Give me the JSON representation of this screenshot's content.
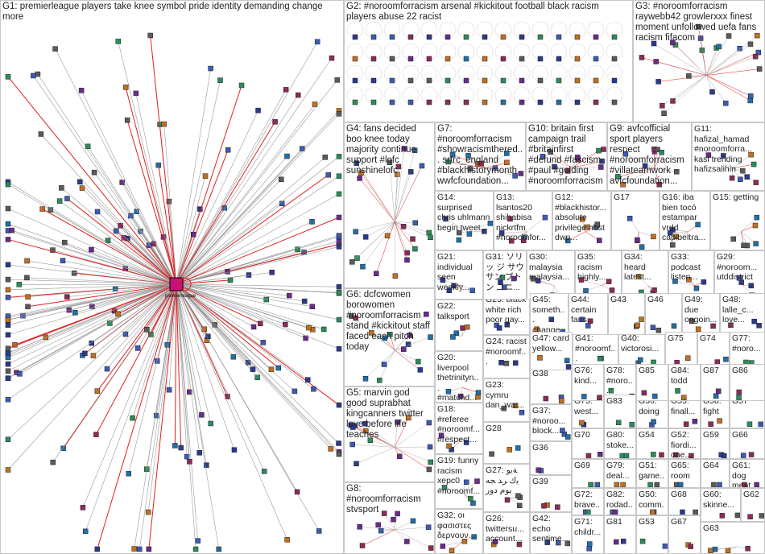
{
  "groups": [
    {
      "id": "G1",
      "label": "G1: premierleague players take knee symbol pride identity demanding change more"
    },
    {
      "id": "G2",
      "label": "G2: #noroomforracism arsenal #kickitout football black racism players abuse 22 racist"
    },
    {
      "id": "G3",
      "label": "G3: #noroomforracism raywebb42 growlerxxx finest moment unfollowed uefa fans racism fifacom"
    },
    {
      "id": "G4",
      "label": "G4: fans decided boo knee today majority continue support #lofc sunshinelofc"
    },
    {
      "id": "G5",
      "label": "G5: marvin god good suprabhat kingcanners twitter love before life teaches"
    },
    {
      "id": "G6",
      "label": "G6: dcfcwomen borowomen #noroomforracism stand #kickitout staff faced each pitch today"
    },
    {
      "id": "G7",
      "label": "G7: #noroomforracism #showracismthered... srtrc_england #blackhistorymonth wwfcfoundation..."
    },
    {
      "id": "G8",
      "label": "G8: #noroomforracism stvsport"
    },
    {
      "id": "G9",
      "label": "G9: avfcofficial sport players respect #noroomforracism #villateamwork avfcfoundation..."
    },
    {
      "id": "G10",
      "label": "G10: britain first campaign trail #britainfirst #defund #fascism #paul #golding #noroomforracism"
    },
    {
      "id": "G11",
      "label": "G11: hafizal_hamad #noroomforra... kasi trending hafizsalihin"
    },
    {
      "id": "G12",
      "label": "G12: #blackhistor... absolute privilege host dwp..."
    },
    {
      "id": "G13",
      "label": "G13: lsantos20 shihabisa nickrtfm #noroomfor..."
    },
    {
      "id": "G14",
      "label": "G14: surprised chris uhlmann begin tweet..."
    },
    {
      "id": "G15",
      "label": "G15: getting"
    },
    {
      "id": "G16",
      "label": "G16: iba bien tocó estampar vrdd capibeltra..."
    },
    {
      "id": "G17",
      "label": "G17"
    },
    {
      "id": "G18",
      "label": "G18: #referee #noroomf... #respect..."
    },
    {
      "id": "G19",
      "label": "G19: funny racism xepc0 #noroomf..."
    },
    {
      "id": "G20",
      "label": "G20: liverpool thetrinityn... #matchd..."
    },
    {
      "id": "G21",
      "label": "G21: individual seen weekly..."
    },
    {
      "id": "G22",
      "label": "G22: talksport"
    },
    {
      "id": "G23",
      "label": "G23: cymru dan_war..."
    },
    {
      "id": "G24",
      "label": "G24: racist #noroomf..."
    },
    {
      "id": "G25",
      "label": "G25: black white rich poor gay..."
    },
    {
      "id": "G26",
      "label": "G26: twittersu... account..."
    },
    {
      "id": "G27",
      "label": "G27: ﺔﻳﻭ ﻳﻙ ﺮﺪ ﺠﻪ ﻳﻮﻡ ﺩﻭﺭ"
    },
    {
      "id": "G28",
      "label": "G28"
    },
    {
      "id": "G29",
      "label": "G29: #noroom... utddistrict"
    },
    {
      "id": "G30",
      "label": "G30: malaysia malaysia..."
    },
    {
      "id": "G31",
      "label": "G31: ソリッ ジ サウサン プトン ユニ..."
    },
    {
      "id": "G32",
      "label": "G32: οι φασιστες δερνουν..."
    },
    {
      "id": "G33",
      "label": "G33: podcast listen..."
    },
    {
      "id": "G34",
      "label": "G34: heard latest..."
    },
    {
      "id": "G35",
      "label": "G35: racism highly..."
    },
    {
      "id": "G36",
      "label": "G36"
    },
    {
      "id": "G37",
      "label": "G37: #noroo... block..."
    },
    {
      "id": "G38",
      "label": "G38"
    },
    {
      "id": "G39",
      "label": "G39"
    },
    {
      "id": "G40",
      "label": "G40: victorosi..."
    },
    {
      "id": "G41",
      "label": "G41: #noroomf..."
    },
    {
      "id": "G42",
      "label": "G42: echo sentime..."
    },
    {
      "id": "G43",
      "label": "G43"
    },
    {
      "id": "G44",
      "label": "G44: certain fans..."
    },
    {
      "id": "G45",
      "label": "G45: someth... change..."
    },
    {
      "id": "G46",
      "label": "G46"
    },
    {
      "id": "G47",
      "label": "G47: card yellow..."
    },
    {
      "id": "G48",
      "label": "G48: lalle_c... love..."
    },
    {
      "id": "G49",
      "label": "G49: due ongoin..."
    },
    {
      "id": "G50",
      "label": "G50: comm..."
    },
    {
      "id": "G51",
      "label": "G51: game..."
    },
    {
      "id": "G52",
      "label": "G52: fiordi... one..."
    },
    {
      "id": "G53",
      "label": "G53"
    },
    {
      "id": "G54",
      "label": "G54"
    },
    {
      "id": "G55",
      "label": "G55: finall..."
    },
    {
      "id": "G56",
      "label": "G56: doing"
    },
    {
      "id": "G57",
      "label": "G57"
    },
    {
      "id": "G58",
      "label": "G58: fight"
    },
    {
      "id": "G59",
      "label": "G59"
    },
    {
      "id": "G60",
      "label": "G60: skinne..."
    },
    {
      "id": "G61",
      "label": "G61: dog meat..."
    },
    {
      "id": "G62",
      "label": "G62"
    },
    {
      "id": "G63",
      "label": "G63"
    },
    {
      "id": "G64",
      "label": "G64"
    },
    {
      "id": "G65",
      "label": "G65: room"
    },
    {
      "id": "G66",
      "label": "G66"
    },
    {
      "id": "G67",
      "label": "G67"
    },
    {
      "id": "G68",
      "label": "G68"
    },
    {
      "id": "G69",
      "label": "G69"
    },
    {
      "id": "G70",
      "label": "G70"
    },
    {
      "id": "G71",
      "label": "G71: childr..."
    },
    {
      "id": "G72",
      "label": "G72: brave..."
    },
    {
      "id": "G73",
      "label": "G73: west..."
    },
    {
      "id": "G74",
      "label": "G74"
    },
    {
      "id": "G75",
      "label": "G75"
    },
    {
      "id": "G76",
      "label": "G76: kind..."
    },
    {
      "id": "G77",
      "label": "G77: #noro..."
    },
    {
      "id": "G78",
      "label": "G78: #noro..."
    },
    {
      "id": "G79",
      "label": "G79: deal..."
    },
    {
      "id": "G80",
      "label": "G80: stoke..."
    },
    {
      "id": "G81",
      "label": "G81"
    },
    {
      "id": "G82",
      "label": "G82: rodad..."
    },
    {
      "id": "G83",
      "label": "G83"
    },
    {
      "id": "G84",
      "label": "G84: todd"
    },
    {
      "id": "G85",
      "label": "G85"
    },
    {
      "id": "G86",
      "label": "G86"
    },
    {
      "id": "G87",
      "label": "G87"
    }
  ],
  "hub_label": "premierleague",
  "colors": {
    "cell_border": "#c8c8c8",
    "edge_gray": "#9a9a9a",
    "edge_red": "#e02020",
    "hub_fill": "#c8107a",
    "node_fill": "#2b3a8c"
  }
}
